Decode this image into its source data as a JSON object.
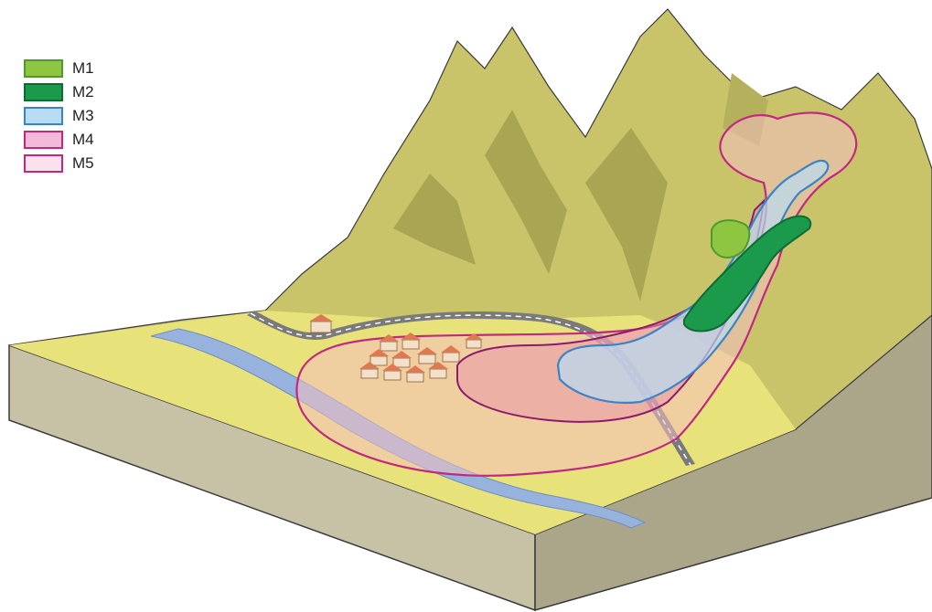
{
  "legend": {
    "items": [
      {
        "label": "M1",
        "fill": "#8fc641",
        "stroke": "#4e9a2a"
      },
      {
        "label": "M2",
        "fill": "#1a9a4a",
        "stroke": "#0f6b32"
      },
      {
        "label": "M3",
        "fill": "#b8dcf4",
        "stroke": "#3a84c4"
      },
      {
        "label": "M4",
        "fill": "#f4b8d8",
        "stroke": "#c0297f"
      },
      {
        "label": "M5",
        "fill": "#fbe0ee",
        "stroke": "#c0297f"
      }
    ]
  },
  "colors": {
    "terrain_light": "#e8e27a",
    "terrain_mid": "#c9c46a",
    "terrain_dark": "#a9a553",
    "block_side": "#c7c2a6",
    "block_shadow": "#aba68a",
    "river": "#97b2dc",
    "road": "#7a7a7a",
    "house_roof": "#e07852"
  }
}
